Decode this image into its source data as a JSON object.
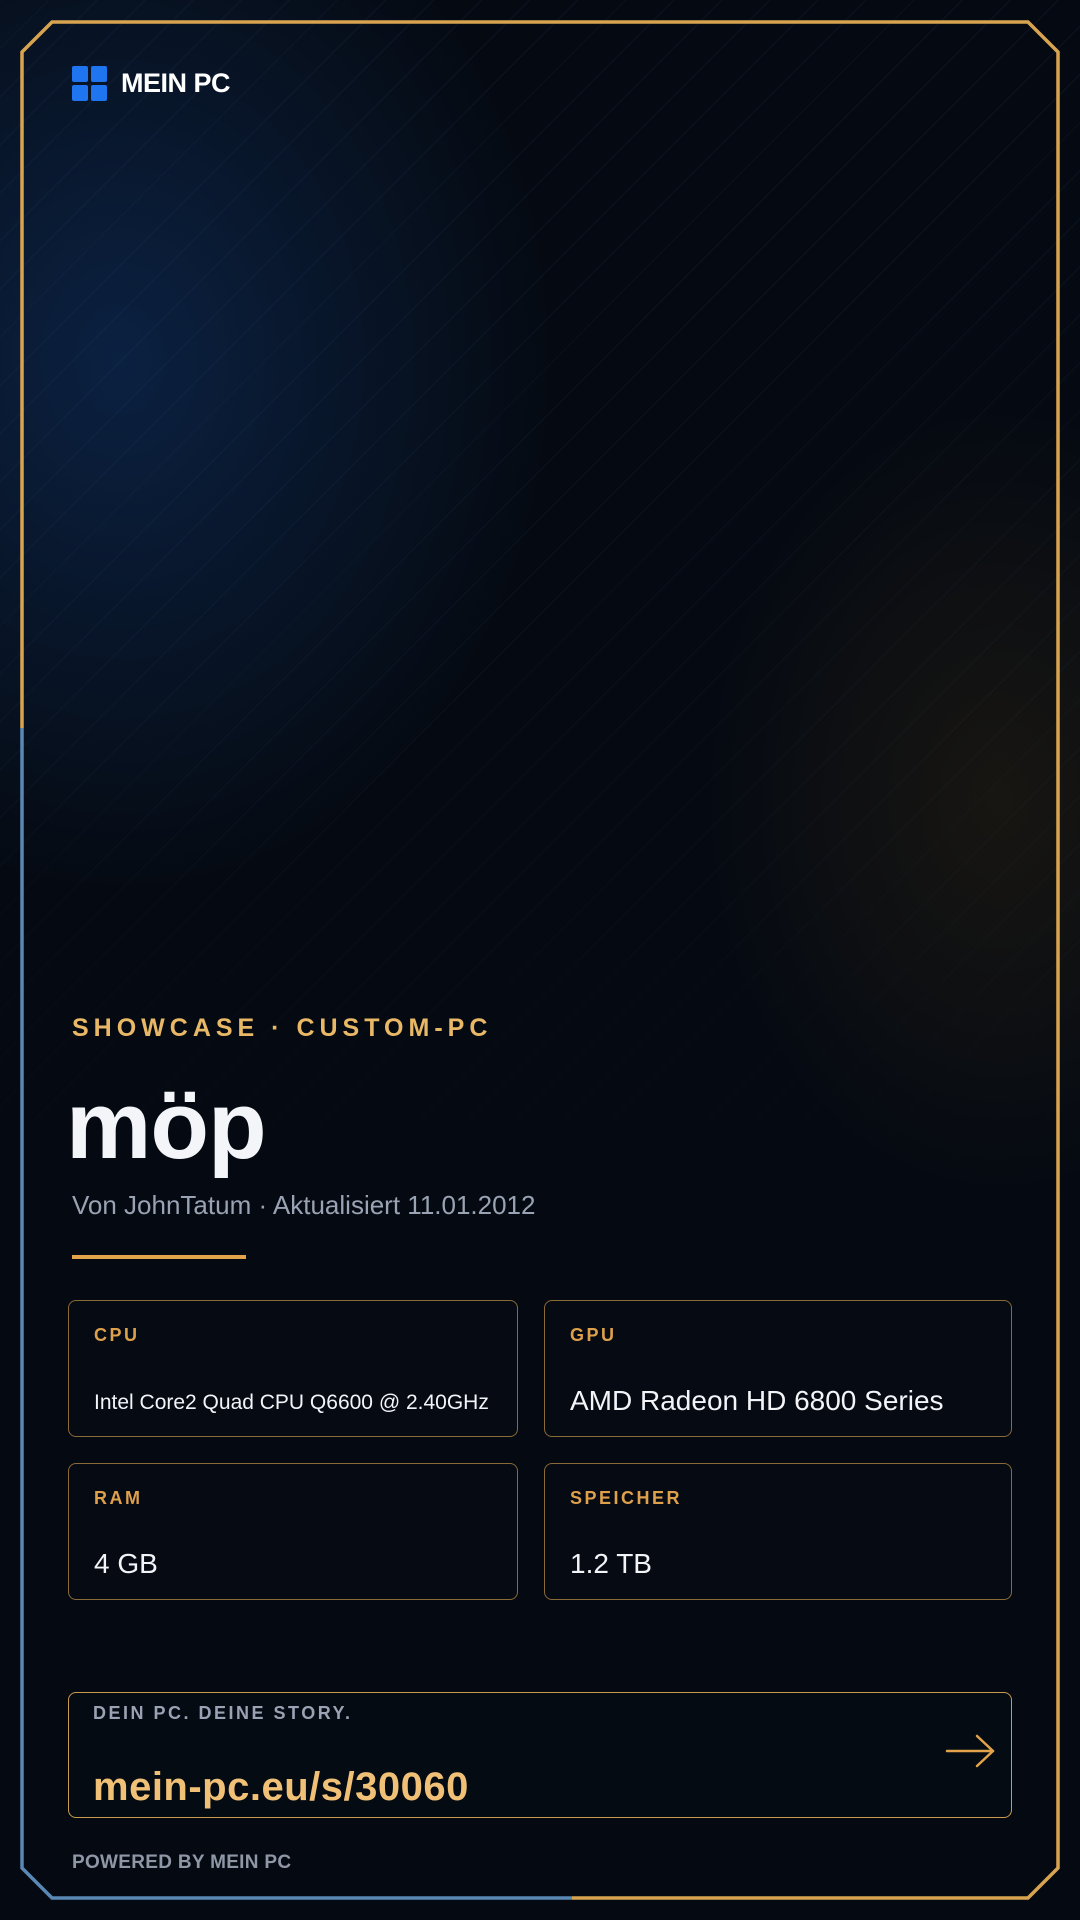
{
  "brand": {
    "name": "MEIN PC"
  },
  "showcase": {
    "eyebrow": "SHOWCASE · CUSTOM-PC",
    "title": "möp",
    "byline": "Von JohnTatum · Aktualisiert 11.01.2012"
  },
  "specs": {
    "cpu": {
      "label": "CPU",
      "value": "Intel Core2 Quad CPU Q6600 @ 2.40GHz"
    },
    "gpu": {
      "label": "GPU",
      "value": "AMD Radeon HD 6800 Series"
    },
    "ram": {
      "label": "RAM",
      "value": "4 GB"
    },
    "storage": {
      "label": "SPEICHER",
      "value": "1.2 TB"
    }
  },
  "cta": {
    "tagline": "DEIN PC. DEINE STORY.",
    "url": "mein-pc.eu/s/30060",
    "icon": "arrow-right-icon"
  },
  "footer": {
    "text": "POWERED BY MEIN PC"
  },
  "colors": {
    "gold": "#e2a34a",
    "gold_light": "#efc076",
    "blue_accent": "#1f74f0",
    "steel_blue": "#5a88b4",
    "background": "#050a12"
  }
}
